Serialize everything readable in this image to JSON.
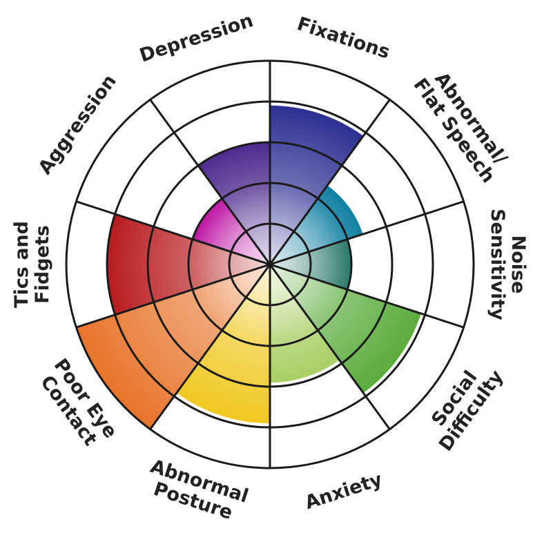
{
  "chart_data": {
    "type": "radial_bar",
    "max_level": 5,
    "grid": true,
    "categories": [
      {
        "lines": [
          "Fixations"
        ],
        "value": 3.9,
        "color": "#2e3092"
      },
      {
        "lines": [
          "Abnormal/",
          "Flat Speech"
        ],
        "value": 2.4,
        "color": "#1180a3"
      },
      {
        "lines": [
          "Noise",
          "Sensitivity"
        ],
        "value": 2.0,
        "color": "#2d7a6c"
      },
      {
        "lines": [
          "Social",
          "Difficulty"
        ],
        "value": 3.9,
        "color": "#5aac3b"
      },
      {
        "lines": [
          "Anxiety"
        ],
        "value": 2.9,
        "color": "#a9cf64"
      },
      {
        "lines": [
          "Abnormal",
          "Posture"
        ],
        "value": 3.9,
        "color": "#f0c820"
      },
      {
        "lines": [
          "Poor Eye",
          "Contact"
        ],
        "value": 5.0,
        "color": "#e8742a"
      },
      {
        "lines": [
          "Tics and",
          "Fidgets"
        ],
        "value": 4.0,
        "color": "#b81c1f"
      },
      {
        "lines": [
          "Aggression"
        ],
        "value": 2.0,
        "color": "#bf1aa6"
      },
      {
        "lines": [
          "Depression"
        ],
        "value": 3.0,
        "color": "#4d2b8e"
      }
    ]
  }
}
